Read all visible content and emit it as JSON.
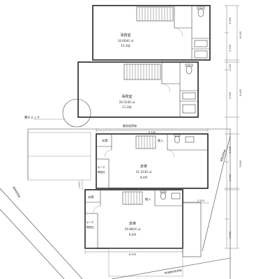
{
  "upper_floor": {
    "room_name": "事務室",
    "area_m2": "24.0040 ㎡",
    "area_jo": "15.2帖"
  },
  "middle_floor": {
    "room_name": "事務室",
    "area_m2": "26.5540 ㎡",
    "area_jo": "11.2帖"
  },
  "warehouse_1": {
    "room_name": "倉庫",
    "area_m2": "31.1030 ㎡",
    "area_jo": "9.4坪",
    "entrance": "玄関",
    "entry": "搬入",
    "porch": "ポーチ",
    "porch_sub": "開放柱"
  },
  "warehouse_2": {
    "room_name": "倉庫",
    "area_m2": "29.8824 ㎡",
    "area_jo": "9.0坪",
    "entrance": "玄関",
    "entry": "搬入",
    "porch": "ポーチ",
    "porch_sub": "開放柱"
  },
  "labels": {
    "neighbor_check": "隣チェック",
    "boundary_line": "敷地境界線",
    "road_boundary": "道路境界線",
    "road_line_right": "道路境界線",
    "bottom_road": "幹道敷地境界線"
  },
  "dimensions": {
    "top_width": "9.700",
    "bottom_width": "8.300",
    "right_small": "2.325",
    "left_small": "1.500",
    "upper_v1": "3.900",
    "upper_v2": "3.900",
    "upper_total": "8.000",
    "middle_v1": "1.200",
    "middle_v2": "3.900",
    "middle_total": "5.400",
    "lower_v1": "3.900",
    "lower_v2": "3.900",
    "lower_total": "3.600",
    "lower_v3": "3.600"
  }
}
